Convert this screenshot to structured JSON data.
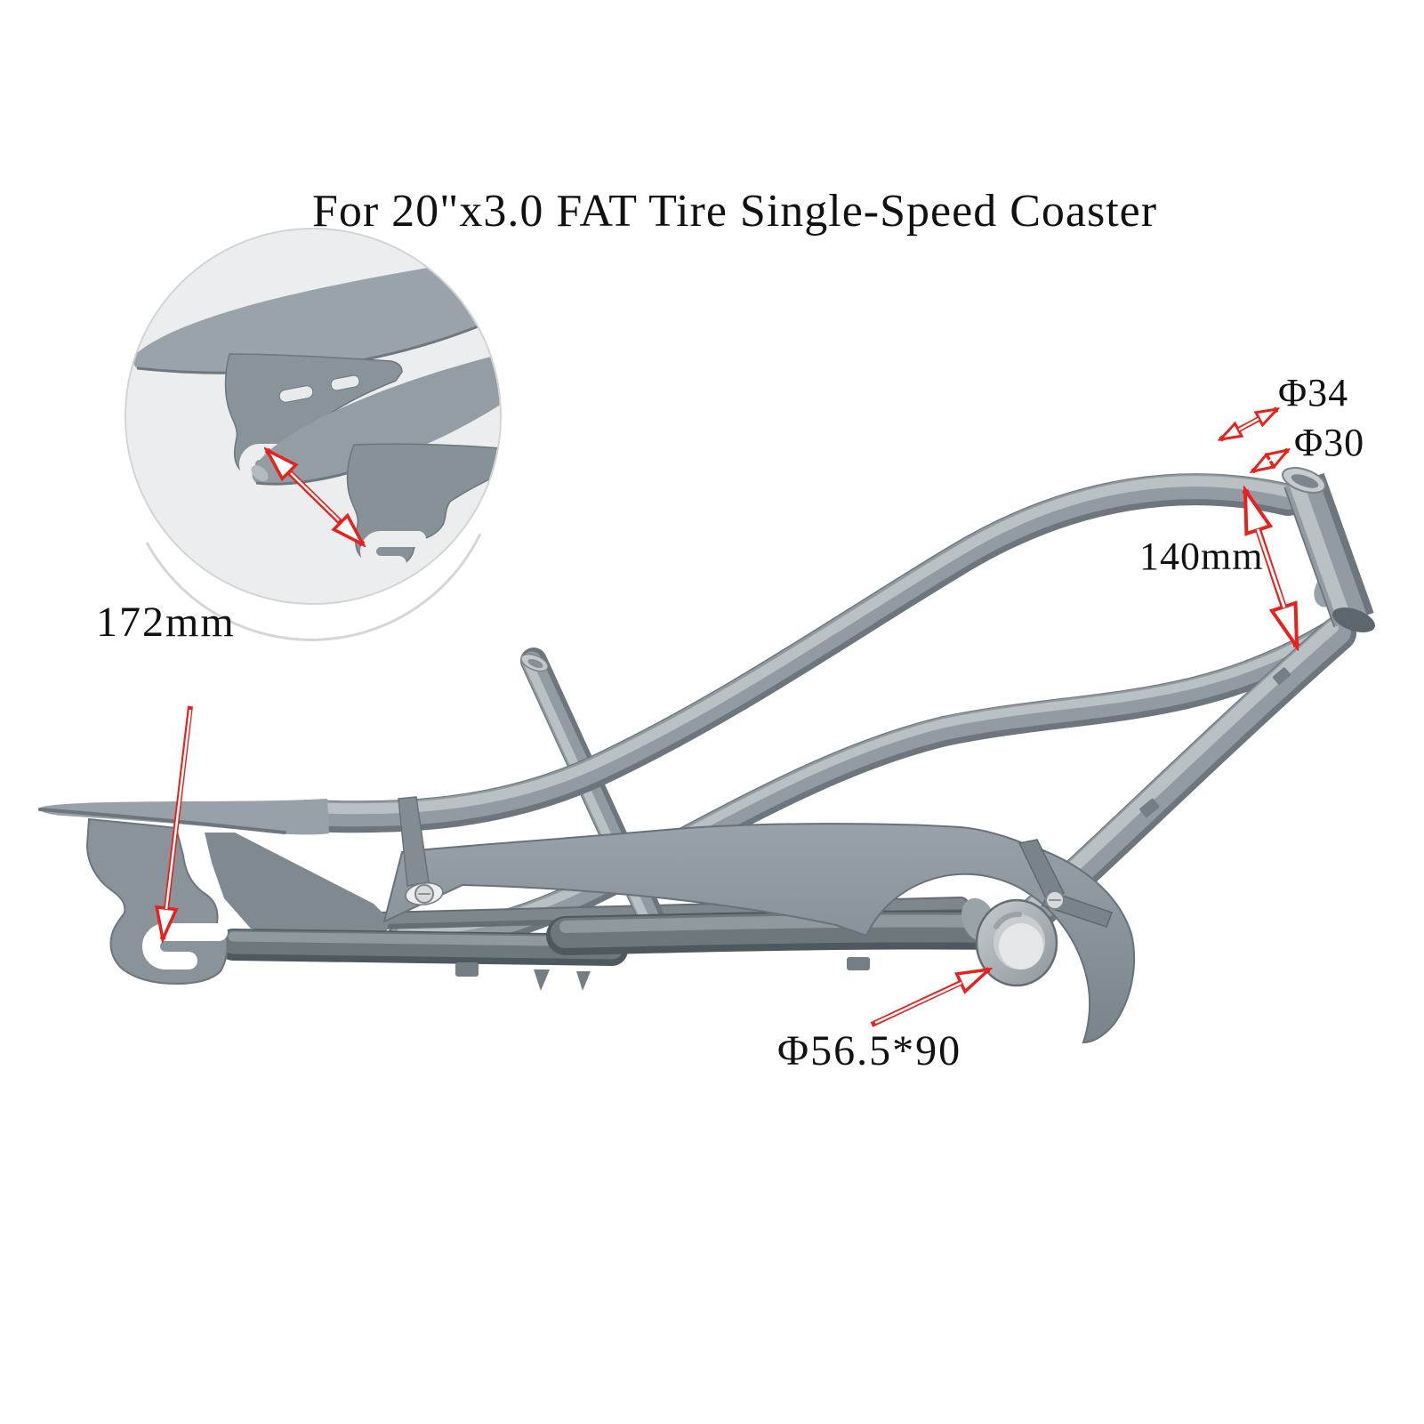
{
  "title": "For 20\"x3.0 FAT Tire Single-Speed Coaster",
  "annotations": {
    "dropout_spacing": "172mm",
    "upper_tube_diameter": "Φ34",
    "lower_tube_diameter": "Φ30",
    "head_tube_length": "140mm",
    "bottom_bracket_size": "Φ56.5*90"
  },
  "subject": {
    "type": "bicycle-frame-dimension-diagram",
    "inset": "rear-dropout-detail-circle"
  },
  "colors": {
    "annotation_red": "#e8211d",
    "frame_gray": "#929ba1",
    "steel_gray": "#5f6a6e",
    "inset_background": "#ebedee",
    "text_color": "#111111",
    "background": "#ffffff"
  }
}
